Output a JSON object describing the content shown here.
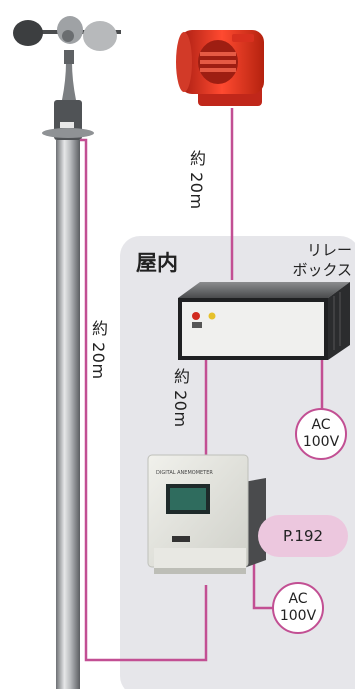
{
  "labels": {
    "distance_top": "約 20m",
    "distance_long": "約 20m",
    "distance_mid": "約 20m",
    "indoor": "屋内",
    "relay_line1": "リレー",
    "relay_line2": "ボックス",
    "ac_top_line1": "AC",
    "ac_top_line2": "100V",
    "ac_bottom_line1": "AC",
    "ac_bottom_line2": "100V",
    "page_ref": "P.192",
    "device_brand": "DIGITAL ANEMOMETER"
  },
  "colors": {
    "cable": "#c24f93",
    "indoor_panel": "#e6e6ea",
    "siren": "#e0301e",
    "pill": "#ecc7de"
  },
  "icons": {
    "anemometer": "cup-anemometer-icon",
    "siren": "siren-icon",
    "relay_box": "relay-box-icon",
    "display": "digital-display-icon"
  }
}
